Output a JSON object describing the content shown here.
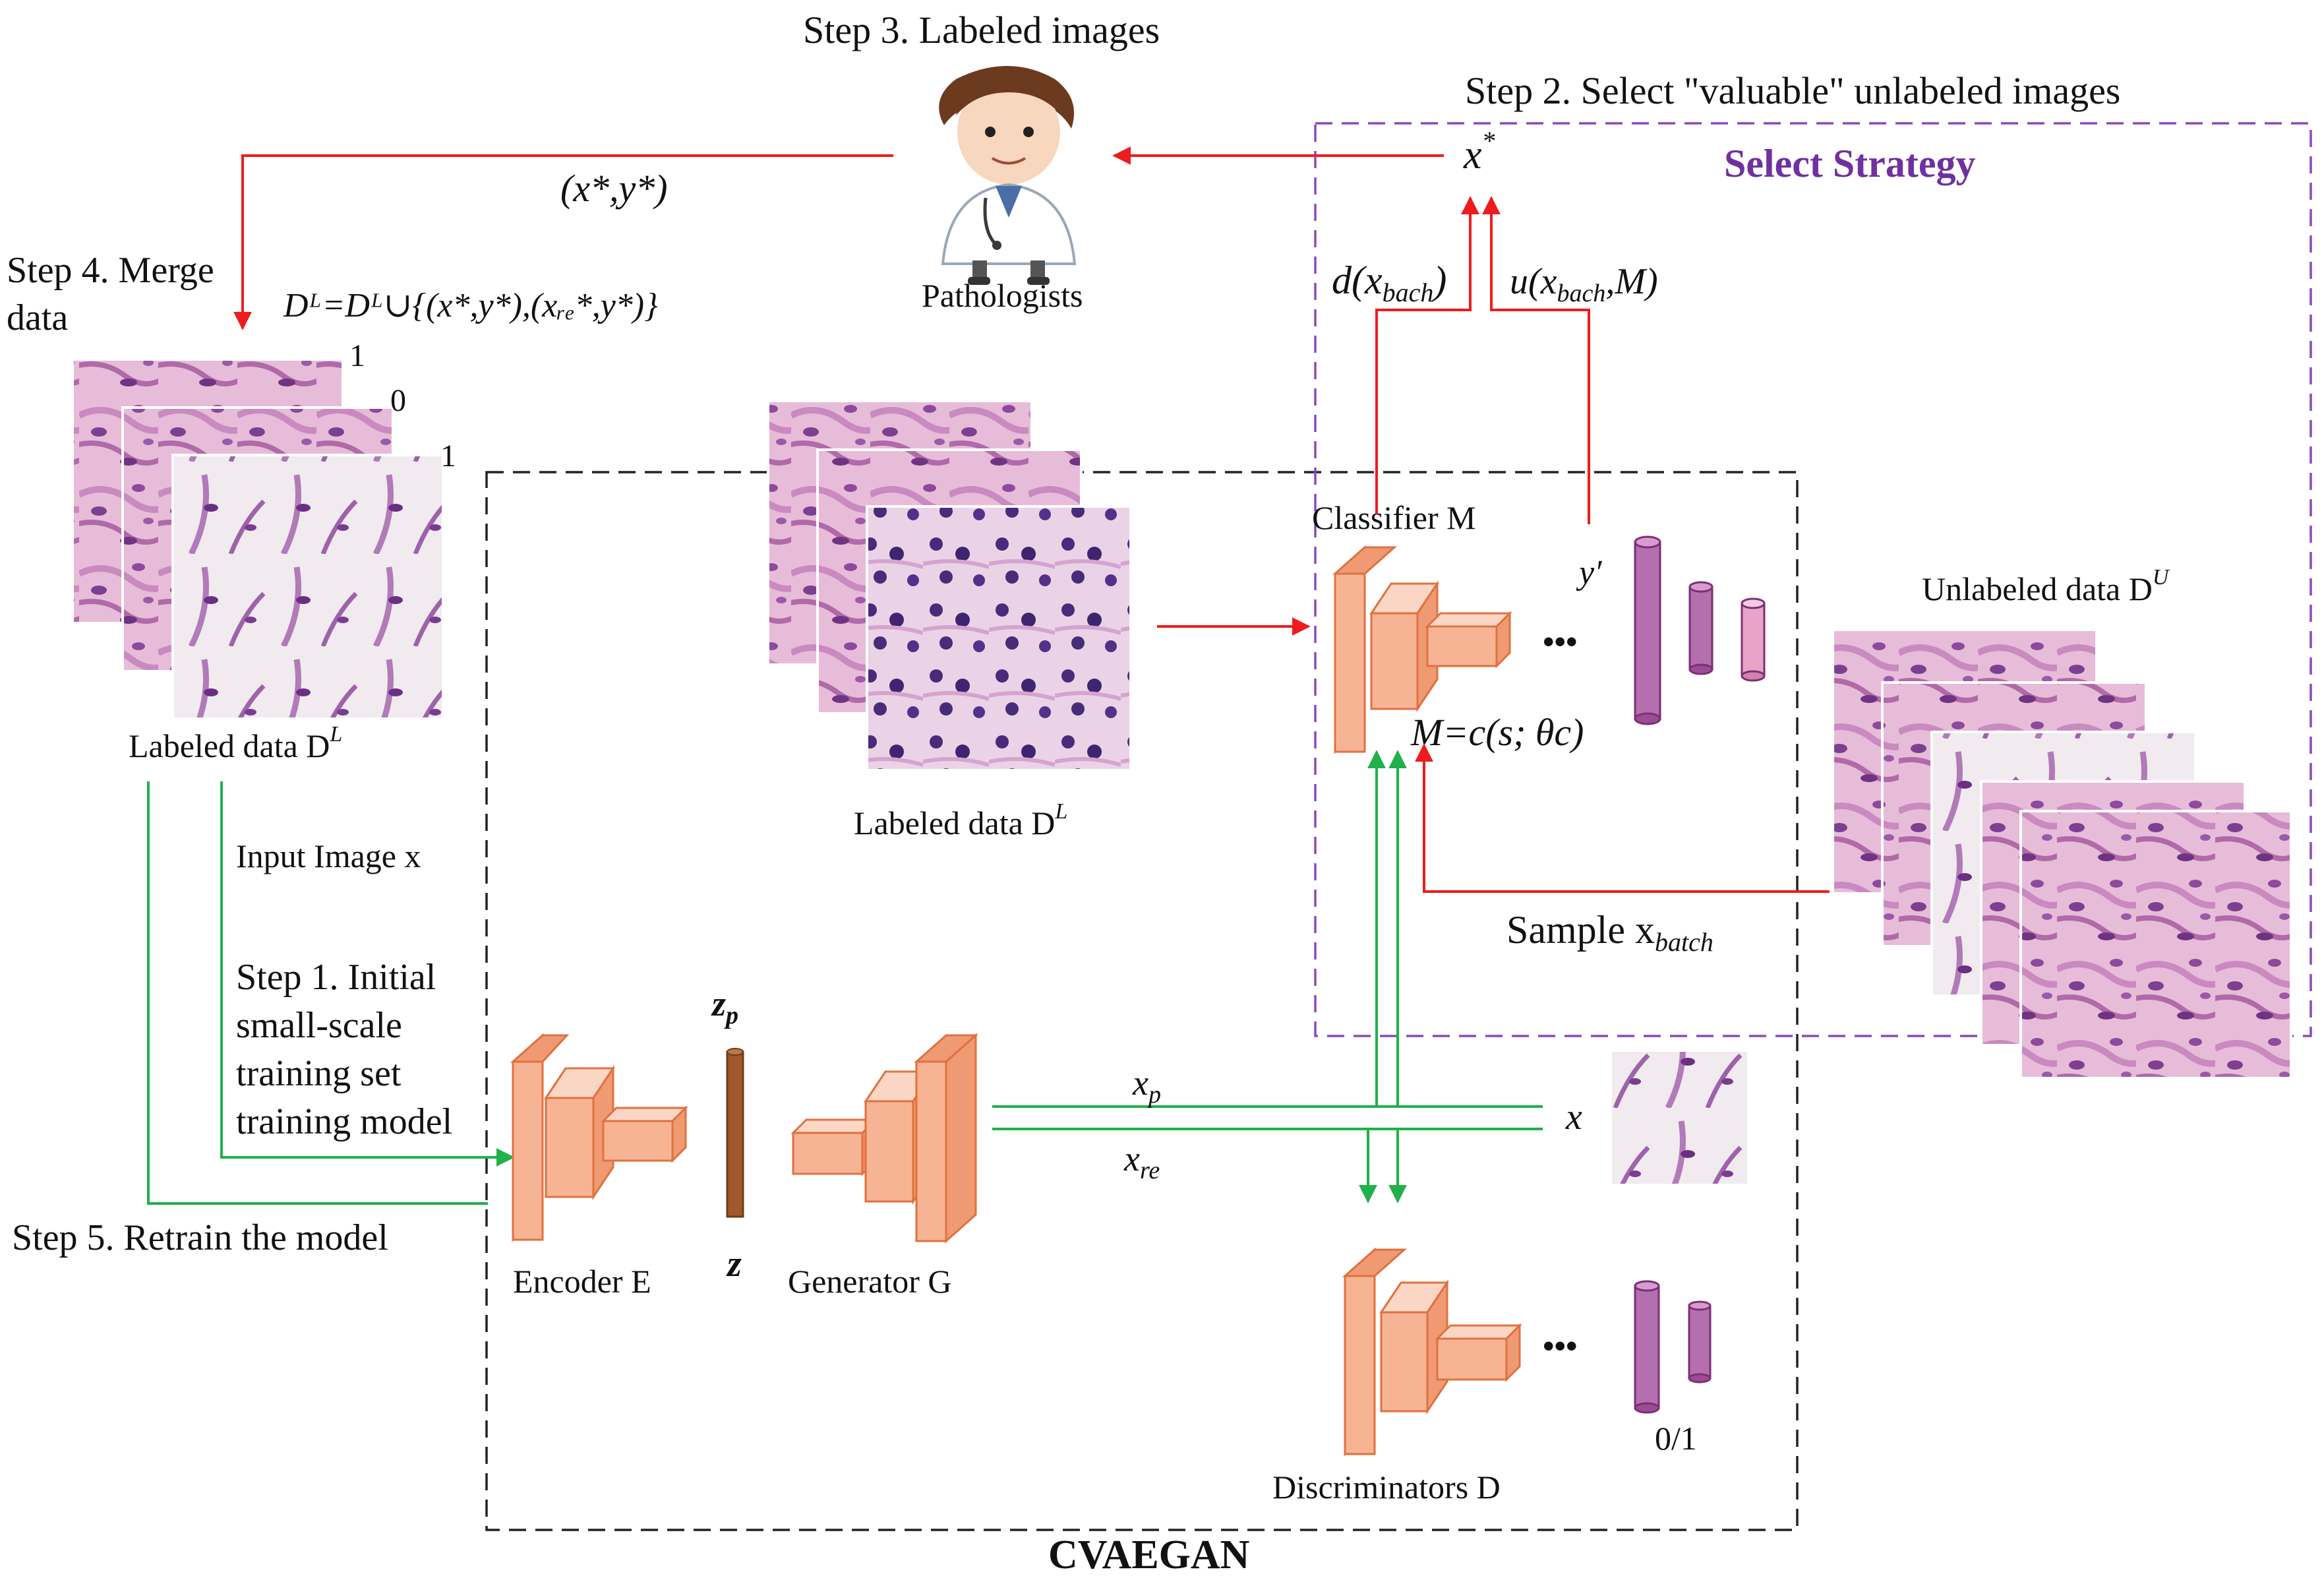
{
  "title": "CVAEGAN",
  "steps": {
    "step1": [
      "Step 1. Initial",
      "small-scale",
      "training set",
      "training model"
    ],
    "step2": "Step 2. Select \"valuable\" unlabeled images",
    "step3": "Step 3. Labeled images",
    "step4": [
      "Step 4. Merge",
      "data"
    ],
    "step5": "Step 5. Retrain the model"
  },
  "select_strategy": "Select Strategy",
  "pathologists": "Pathologists",
  "xstar": "x",
  "xstar_sup": "*",
  "pair_label": "(x*,y*)",
  "merge_eq": "Dᴸ=Dᴸ∪{(x*,y*),(xᵣₑ*,y*)}",
  "labeled_data_left": "Labeled data D",
  "labeled_data_center": "Labeled data D",
  "labeled_sup": "L",
  "unlabeled_data": "Unlabeled data D",
  "unlabeled_sup": "U",
  "stack_labels": [
    "1",
    "0",
    "1"
  ],
  "input_image": "Input Image x",
  "classifier": "Classifier M",
  "classifier_eq": "M=c(s; θc)",
  "y_prime": "y′",
  "d_func": "d(x",
  "d_func_sub": "bach",
  "u_func": "u(x",
  "u_func_sub": "bach",
  "u_func_tail": ",M)",
  "sample": "Sample x",
  "sample_sub": "batch",
  "encoder": "Encoder E",
  "generator": "Generator G",
  "discriminators": "Discriminators D",
  "zp": "z",
  "zp_sub": "p",
  "z": "z",
  "xp": "x",
  "xp_sub": "p",
  "xre": "x",
  "xre_sub": "re",
  "x_real": "x",
  "disc_out": "0/1",
  "ellipsis": "•••",
  "colors": {
    "arrow_red": "#ee1c1c",
    "arrow_green": "#21b04b",
    "strategy_purple": "#7030a0",
    "block_orange": "#f7b494"
  }
}
